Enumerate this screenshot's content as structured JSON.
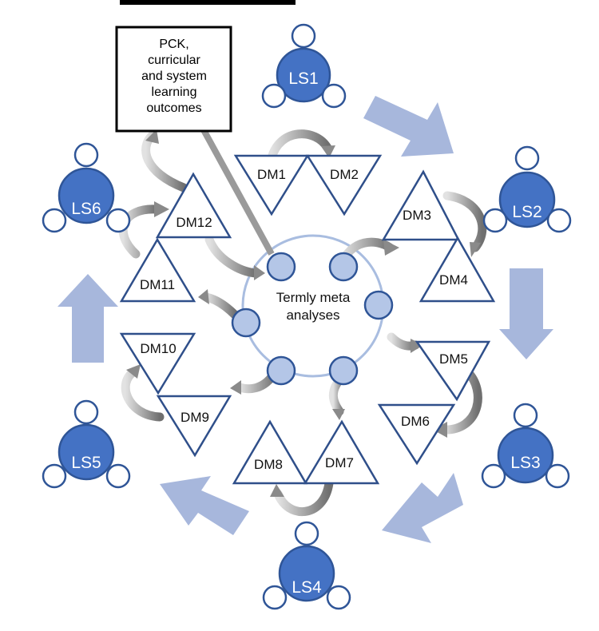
{
  "header_text": "",
  "pck_box": {
    "lines": [
      "PCK,",
      "curricular",
      "and system",
      "learning",
      "outcomes"
    ]
  },
  "center": {
    "lines": [
      "Termly meta",
      "analyses"
    ]
  },
  "learning_studies": [
    "LS1",
    "LS2",
    "LS3",
    "LS4",
    "LS5",
    "LS6"
  ],
  "data_meetings": [
    "DM1",
    "DM2",
    "DM3",
    "DM4",
    "DM5",
    "DM6",
    "DM7",
    "DM8",
    "DM9",
    "DM10",
    "DM11",
    "DM12"
  ],
  "colors": {
    "person_fill": "#4472c4",
    "person_stroke": "#2f5597",
    "node_fill": "#b4c6e7",
    "arrow_fill": "#a7b7dc",
    "triangle_stroke": "#2f4f8a"
  }
}
